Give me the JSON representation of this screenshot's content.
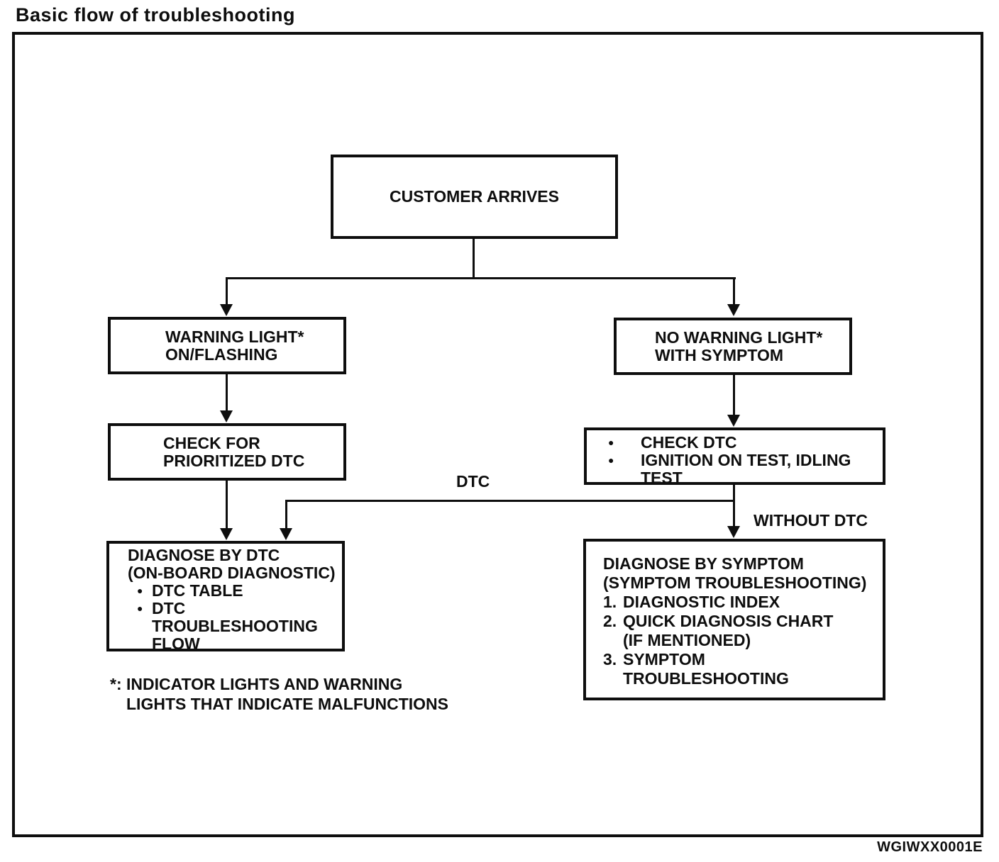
{
  "page": {
    "title": "Basic flow of troubleshooting",
    "figure_code": "WGIWXX0001E",
    "colors": {
      "ink": "#0e0e0e",
      "paper": "#ffffff"
    }
  },
  "glyphs": {
    "bullet": "●"
  },
  "flowchart": {
    "nodes": {
      "customer_arrives": {
        "label": "CUSTOMER ARRIVES"
      },
      "warning_light": {
        "lines": [
          "WARNING LIGHT*",
          "ON/FLASHING"
        ]
      },
      "no_warning_light": {
        "lines": [
          "NO WARNING LIGHT*",
          "WITH SYMPTOM"
        ]
      },
      "check_prioritized_dtc": {
        "lines": [
          "CHECK FOR",
          "PRIORITIZED DTC"
        ]
      },
      "check_dtc_tests": {
        "bullets": [
          {
            "lines": [
              "CHECK DTC"
            ]
          },
          {
            "lines": [
              "IGNITION ON TEST, IDLING",
              "TEST"
            ]
          }
        ]
      },
      "diagnose_by_dtc": {
        "title_lines": [
          "DIAGNOSE BY DTC",
          "(ON-BOARD DIAGNOSTIC)"
        ],
        "bullets": [
          {
            "lines": [
              "DTC TABLE"
            ]
          },
          {
            "lines": [
              "DTC",
              "TROUBLESHOOTING",
              "FLOW"
            ]
          }
        ]
      },
      "diagnose_by_symptom": {
        "title_lines": [
          "DIAGNOSE BY SYMPTOM",
          "(SYMPTOM TROUBLESHOOTING)"
        ],
        "items": [
          {
            "num": "1.",
            "lines": [
              "DIAGNOSTIC INDEX"
            ]
          },
          {
            "num": "2.",
            "lines": [
              "QUICK DIAGNOSIS CHART",
              "(IF MENTIONED)"
            ]
          },
          {
            "num": "3.",
            "lines": [
              "SYMPTOM",
              "TROUBLESHOOTING"
            ]
          }
        ]
      }
    },
    "edge_labels": {
      "dtc": "DTC",
      "without_dtc": "WITHOUT DTC"
    },
    "footnote": {
      "lines": [
        "*: INDICATOR LIGHTS AND WARNING",
        "LIGHTS THAT INDICATE MALFUNCTIONS"
      ]
    }
  }
}
